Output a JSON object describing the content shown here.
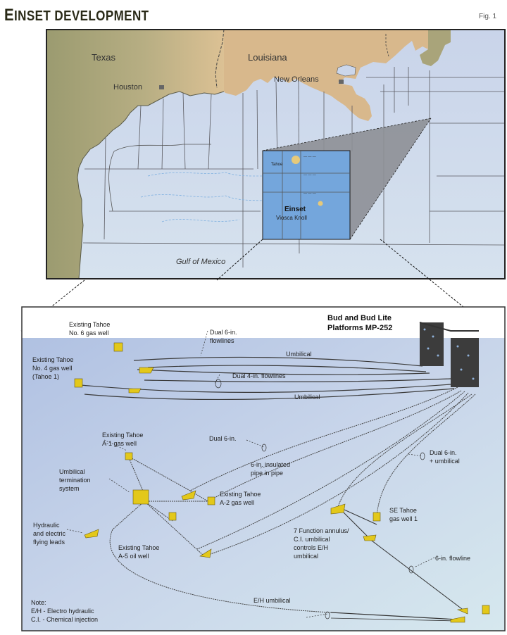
{
  "header": {
    "title_first": "E",
    "title_rest": "INSET DEVELOPMENT",
    "figure_label": "Fig. 1"
  },
  "map": {
    "labels": {
      "texas": "Texas",
      "louisiana": "Louisiana",
      "houston": "Houston",
      "new_orleans": "New Orleans",
      "gulf": "Gulf of Mexico",
      "tahoe": "Tahoe",
      "einset": "Einset",
      "viosca_knoll": "Viosca Knoll"
    },
    "colors": {
      "texas_land": "#a9a67d",
      "louisiana_land": "#d8b98e",
      "water": "#cfd9ea",
      "inset_box": "#74a6dc",
      "wedge": "#8e9096"
    }
  },
  "diagram": {
    "platform_label_line1": "Bud and Bud Lite",
    "platform_label_line2": "Platforms MP-252",
    "labels": {
      "tahoe_no6": [
        "Existing Tahoe",
        "No. 6 gas well"
      ],
      "tahoe_no4": [
        "Existing Tahoe",
        "No. 4 gas well",
        "(Tahoe 1)"
      ],
      "dual_6in_flowlines": [
        "Dual 6-in.",
        "flowlines"
      ],
      "umbilical_top": "Umbilical",
      "dual_4in_flowlines": "Dual 4-in. flowlines",
      "umbilical_mid": "Umbilical",
      "tahoe_a1": [
        "Existing Tahoe",
        "A-1 gas well"
      ],
      "dual_6in_mid": "Dual 6-in.",
      "insulated_pipe": [
        "6-in. insulated",
        "pipe in pipe"
      ],
      "dual_6in_umbilical": [
        "Dual 6-in.",
        "+ umbilical"
      ],
      "umbilical_termination": [
        "Umbilical",
        "termination",
        "system"
      ],
      "tahoe_a2": [
        "Existing Tahoe",
        "A-2 gas well"
      ],
      "se_tahoe": [
        "SE Tahoe",
        "gas well 1"
      ],
      "hydraulic_leads": [
        "Hydraulic",
        "and electric",
        "flying leads"
      ],
      "tahoe_a5": [
        "Existing Tahoe",
        "A-5 oil well"
      ],
      "seven_function": [
        "7 Function annulus/",
        "C.I. umbilical",
        "controls E/H",
        "umbilical"
      ],
      "six_in_flowline": "6-in. flowline",
      "eh_umbilical": "E/H umbilical"
    },
    "note": {
      "heading": "Note:",
      "line1": "E/H - Electro hydraulic",
      "line2": "C.I. - Chemical injection"
    },
    "colors": {
      "sky": "#ffffff",
      "sea_top": "#b4c4e2",
      "sea_bottom": "#d6e6ee",
      "equipment": "#e3c81a",
      "line": "#3a3a3a"
    }
  }
}
